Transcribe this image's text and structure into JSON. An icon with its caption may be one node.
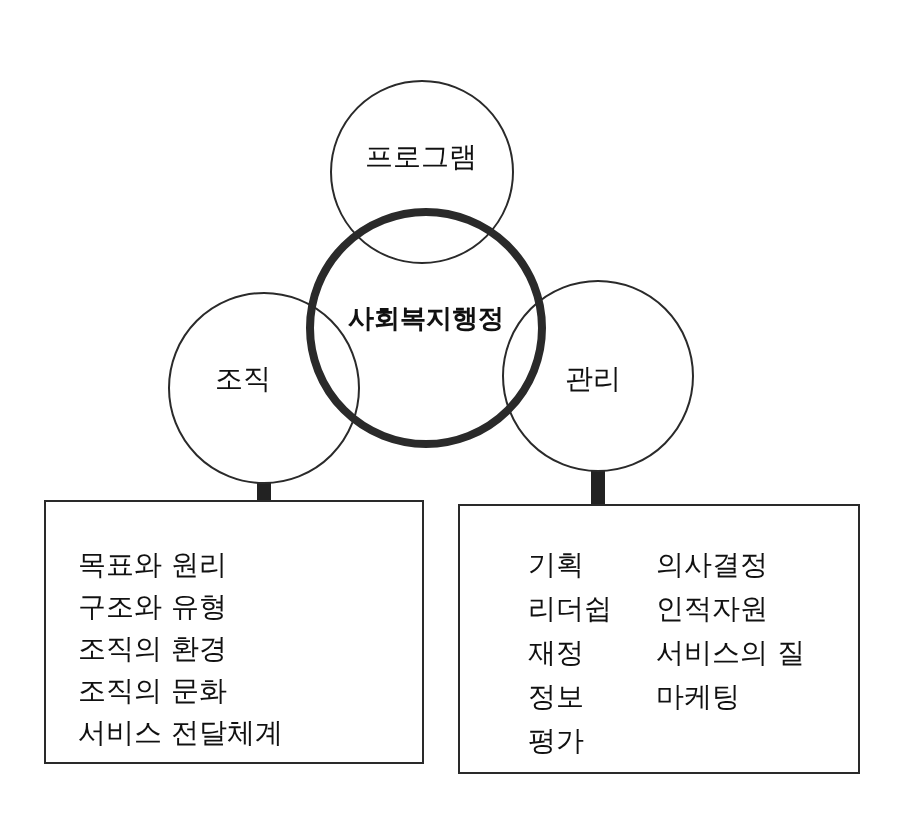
{
  "diagram": {
    "nodes": [
      {
        "text": [
          "프로그램"
        ]
      },
      {
        "text": [
          "사회복지행정"
        ]
      },
      {
        "text": [
          "조직"
        ]
      },
      {
        "text": [
          "관리"
        ]
      },
      {
        "text": [
          "목표와 원리",
          "구조와 유형",
          "조직의 환경",
          "조직의 문화",
          "서비스 전달체계"
        ]
      },
      {
        "text": [
          "기획",
          "의사결정",
          "리더쉽",
          "인적자원",
          "재정",
          "서비스의 질",
          "정보",
          "마케팅",
          "평가"
        ]
      }
    ],
    "edges": [
      {
        "from": 2,
        "to": 4,
        "arrow": "none"
      },
      {
        "from": 3,
        "to": 5,
        "arrow": "none"
      }
    ]
  }
}
